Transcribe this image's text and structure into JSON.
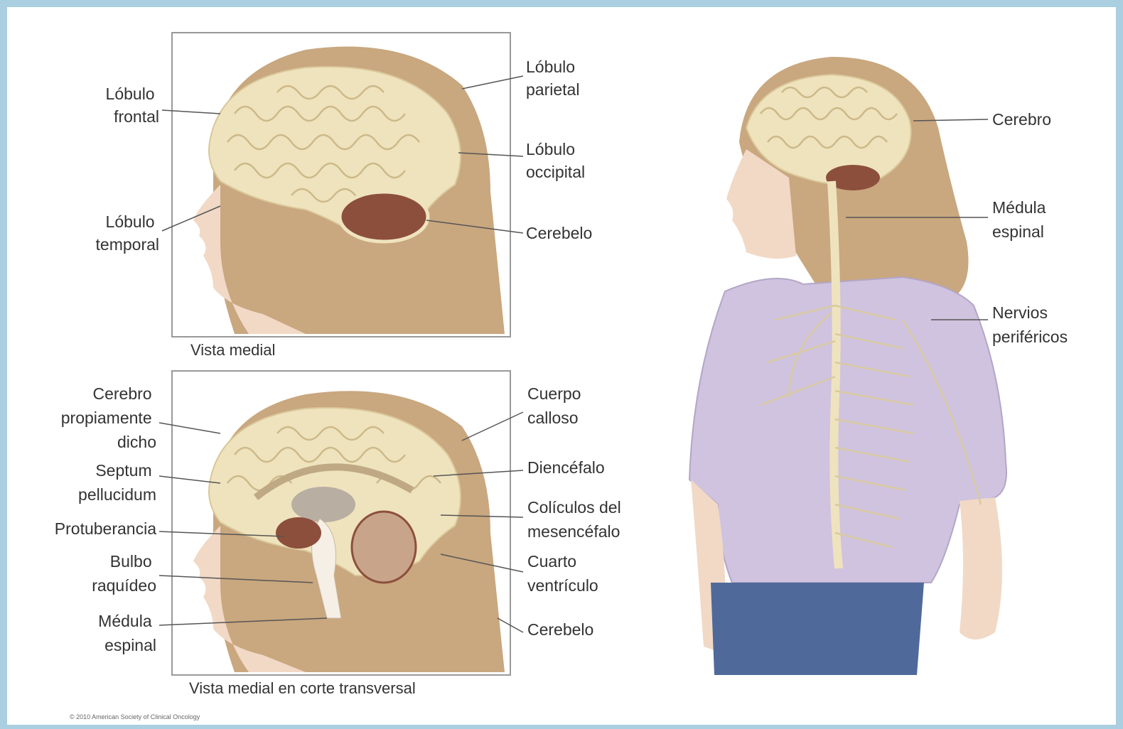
{
  "top_view": {
    "caption": "Vista medial",
    "labels": {
      "frontal": [
        "Lóbulo",
        "frontal"
      ],
      "parietal": [
        "Lóbulo",
        "parietal"
      ],
      "occipital": [
        "Lóbulo",
        "occipital"
      ],
      "temporal": [
        "Lóbulo",
        "temporal"
      ],
      "cerebelo": [
        "Cerebelo"
      ]
    }
  },
  "bottom_view": {
    "caption": "Vista medial en corte transversal",
    "labels": {
      "cerebro": [
        "Cerebro",
        "propiamente",
        "dicho"
      ],
      "septum": [
        "Septum",
        "pellucidum"
      ],
      "protuberancia": [
        "Protuberancia"
      ],
      "bulbo": [
        "Bulbo",
        "raquídeo"
      ],
      "medula": [
        "Médula",
        "espinal"
      ],
      "cuerpo": [
        "Cuerpo",
        "calloso"
      ],
      "diencefalo": [
        "Diencéfalo"
      ],
      "colliculos": [
        "Colículos del",
        "mesencéfalo"
      ],
      "cuarto": [
        "Cuarto",
        "ventrículo"
      ],
      "cerebelo": [
        "Cerebelo"
      ]
    }
  },
  "body_view": {
    "labels": {
      "cerebro": [
        "Cerebro"
      ],
      "medula": [
        "Médula",
        "espinal"
      ],
      "nervios": [
        "Nervios",
        "periféricos"
      ]
    }
  },
  "copyright": "© 2010 American Society of Clinical Oncology",
  "colors": {
    "background": "#a9cfe0",
    "brain": "#efe3bd",
    "hair": "#c9a77f",
    "cerebellum": "#8c4f3c",
    "shirt": "#cfc3df",
    "jeans": "#4f6a9a"
  }
}
